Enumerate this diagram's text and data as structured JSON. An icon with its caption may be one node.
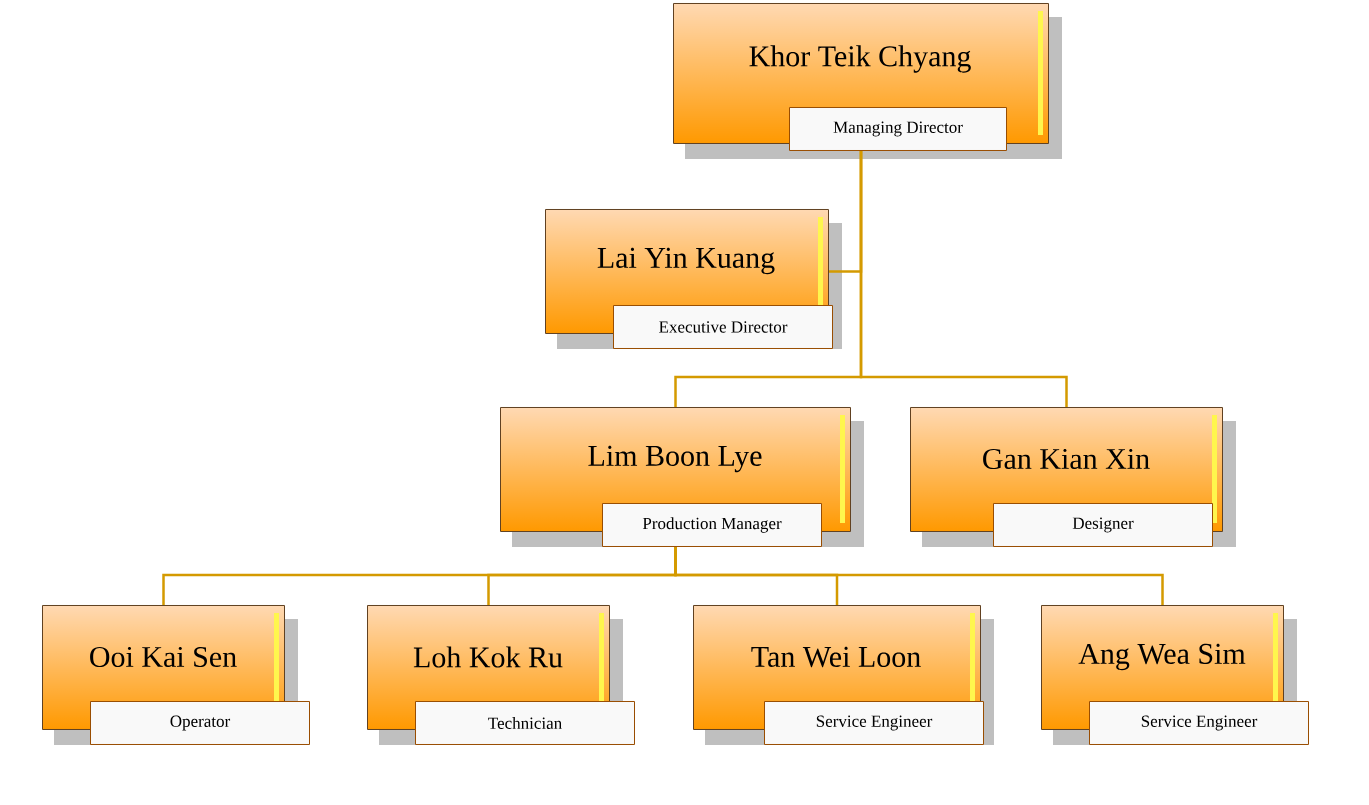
{
  "diagram": {
    "nodes": [
      {
        "text": [
          "Khor Teik Chyang",
          "Managing Director"
        ]
      },
      {
        "text": [
          "Lai Yin Kuang",
          "Executive Director"
        ]
      },
      {
        "text": [
          "Lim Boon Lye",
          "Production Manager"
        ]
      },
      {
        "text": [
          "Gan Kian Xin",
          "Designer"
        ]
      },
      {
        "text": [
          "Ooi Kai Sen",
          "Operator"
        ]
      },
      {
        "text": [
          "Loh Kok Ru",
          "Technician"
        ]
      },
      {
        "text": [
          "Tan Wei Loon",
          "Service Engineer"
        ]
      },
      {
        "text": [
          "Ang Wea Sim",
          "Service Engineer"
        ]
      }
    ],
    "edges": [
      {
        "from": 0,
        "to": 1,
        "arrow": "none"
      },
      {
        "from": 0,
        "to": 2,
        "arrow": "none"
      },
      {
        "from": 0,
        "to": 3,
        "arrow": "none"
      },
      {
        "from": 2,
        "to": 4,
        "arrow": "none"
      },
      {
        "from": 2,
        "to": 5,
        "arrow": "none"
      },
      {
        "from": 2,
        "to": 6,
        "arrow": "none"
      },
      {
        "from": 2,
        "to": 7,
        "arrow": "none"
      }
    ]
  }
}
